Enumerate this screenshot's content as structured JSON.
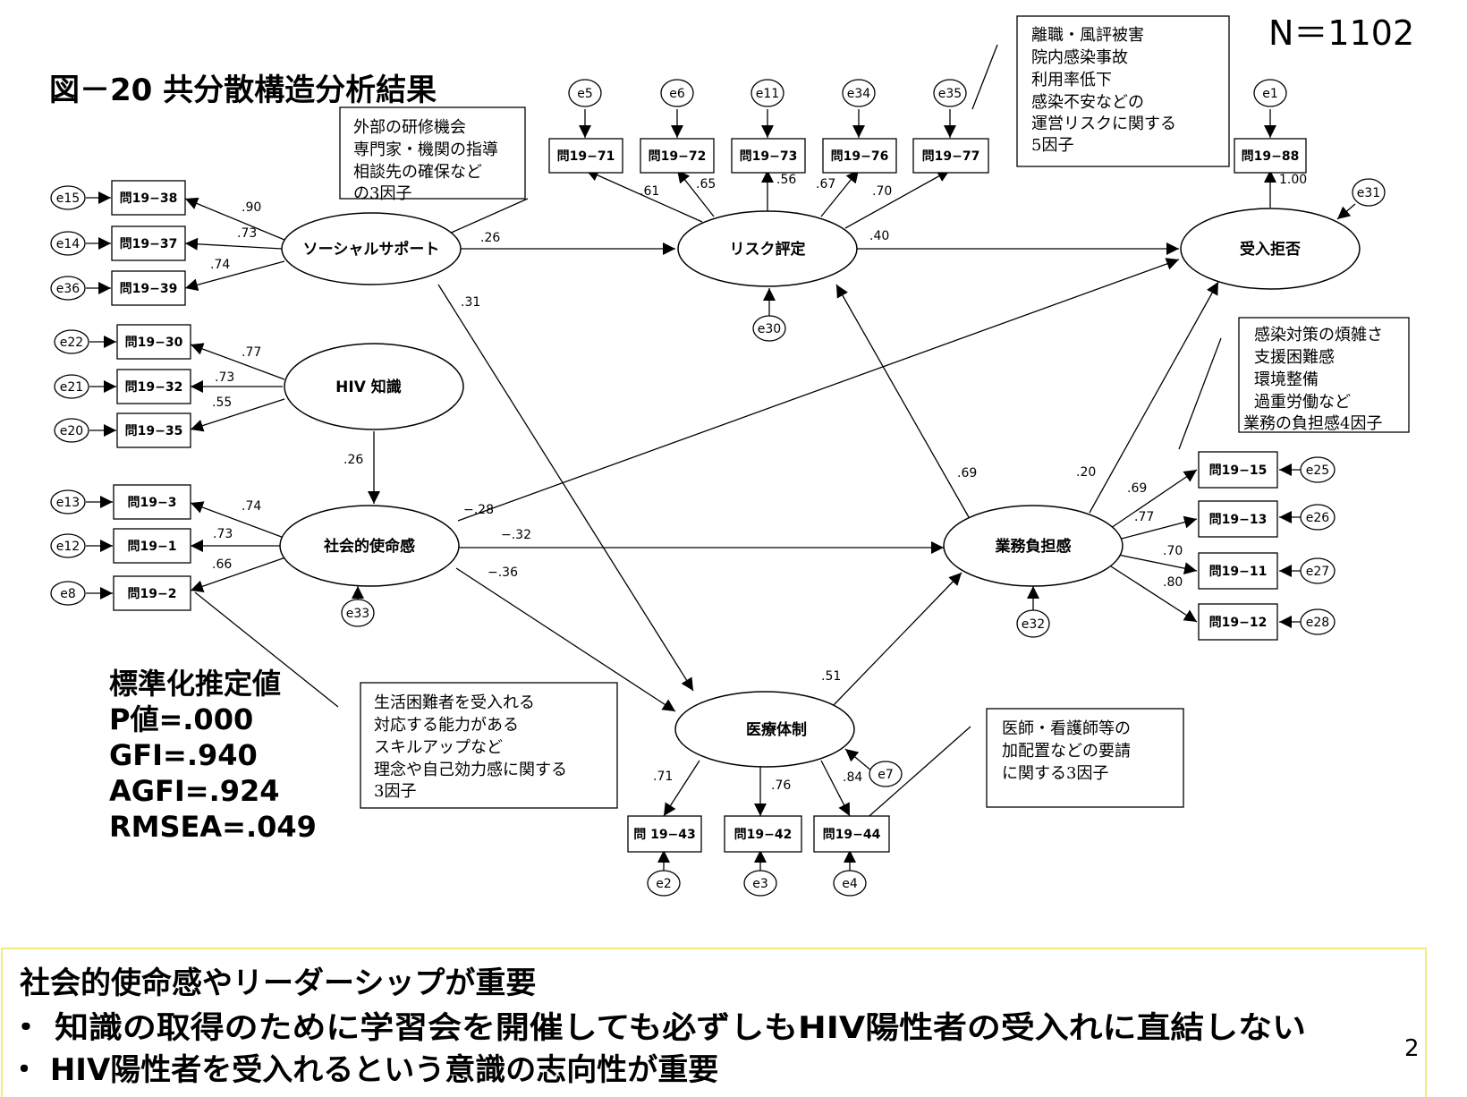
{
  "title": "図－20 共分散構造分析結果",
  "sample_size": "N＝1102",
  "latent": {
    "social_support": "ソーシャルサポート",
    "risk": "リスク評定",
    "refusal": "受入拒否",
    "hiv_knowledge": "HIV 知識",
    "mission": "社会的使命感",
    "burden": "業務負担感",
    "medical": "医療体制"
  },
  "indicators": {
    "q19_38": "問19−38",
    "q19_37": "問19−37",
    "q19_39": "問19−39",
    "q19_30": "問19−30",
    "q19_32": "問19−32",
    "q19_35": "問19−35",
    "q19_3": "問19−3",
    "q19_1": "問19−1",
    "q19_2": "問19−2",
    "q19_71": "問19−71",
    "q19_72": "問19−72",
    "q19_73": "問19−73",
    "q19_76": "問19−76",
    "q19_77": "問19−77",
    "q19_88": "問19−88",
    "q19_15": "問19−15",
    "q19_13": "問19−13",
    "q19_11": "問19−11",
    "q19_12": "問19−12",
    "q19_43": "問 19−43",
    "q19_42": "問19−42",
    "q19_44": "問19−44"
  },
  "errors": {
    "e15": "e15",
    "e14": "e14",
    "e36": "e36",
    "e22": "e22",
    "e21": "e21",
    "e20": "e20",
    "e13": "e13",
    "e12": "e12",
    "e8": "e8",
    "e5": "e5",
    "e6": "e6",
    "e11": "e11",
    "e34": "e34",
    "e35": "e35",
    "e1": "e1",
    "e31": "e31",
    "e30": "e30",
    "e33": "e33",
    "e25": "e25",
    "e26": "e26",
    "e27": "e27",
    "e28": "e28",
    "e32": "e32",
    "e7": "e7",
    "e2": "e2",
    "e3": "e3",
    "e4": "e4"
  },
  "coefficients": {
    "ss_38": ".90",
    "ss_37": ".73",
    "ss_39": ".74",
    "hiv_30": ".77",
    "hiv_32": ".73",
    "hiv_35": ".55",
    "mis_3": ".74",
    "mis_1": ".73",
    "mis_2": ".66",
    "risk_71": ".61",
    "risk_72": ".65",
    "risk_73": ".56",
    "risk_76": ".67",
    "risk_77": ".70",
    "ref_88": "1.00",
    "bur_15": ".69",
    "bur_13": ".77",
    "bur_11": ".70",
    "bur_12": ".80",
    "med_43": ".71",
    "med_42": ".76",
    "med_44": ".84",
    "ss_risk": ".26",
    "ss_med": ".31",
    "hiv_mis": ".26",
    "mis_ref": "−.28",
    "mis_bur": "−.32",
    "mis_med": "−.36",
    "risk_ref": ".40",
    "bur_risk": ".69",
    "bur_ref": ".20",
    "med_bur": ".51"
  },
  "notes": {
    "social": [
      "外部の研修機会",
      "専門家・機関の指導",
      "相談先の確保など",
      "の3因子"
    ],
    "risk": [
      "離職・風評被害",
      "院内感染事故",
      "利用率低下",
      "感染不安などの",
      "運営リスクに関する",
      "5因子"
    ],
    "burden": [
      "感染対策の煩雑さ",
      "支援困難感",
      "環境整備",
      "過重労働など",
      "業務の負担感4因子"
    ],
    "mission": [
      "生活困難者を受入れる",
      "対応する能力がある",
      "スキルアップなど",
      "理念や自己効力感に関する",
      "3因子"
    ],
    "medical": [
      "医師・看護師等の",
      "加配置などの要請",
      "に関する3因子"
    ]
  },
  "stats": [
    "標準化推定値",
    "P値=.000",
    "GFI=.940",
    "AGFI=.924",
    "RMSEA=.049"
  ],
  "conclusions": [
    "社会的使命感やリーダーシップが重要",
    "・ 知識の取得のために学習会を開催しても必ずしもHIV陽性者の受入れに直結しない",
    "・ HIV陽性者を受入れるという意識の志向性が重要"
  ],
  "page_number": "2",
  "colors": {
    "conclusion_border": "#f2ec7a"
  }
}
